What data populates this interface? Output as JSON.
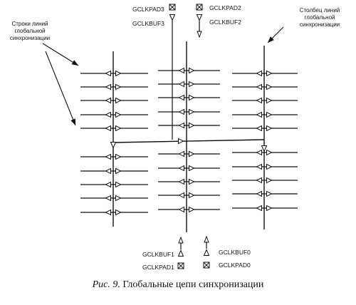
{
  "labels": {
    "gclkpad3": "GCLKPAD3",
    "gclkbuf3": "GCLKBUF3",
    "gclkpad2": "GCLKPAD2",
    "gclkbuf2": "GCLKBUF2",
    "gclkbuf1": "GCLKBUF1",
    "gclkpad1": "GCLKPAD1",
    "gclkbuf0": "GCLKBUF0",
    "gclkpad0": "GCLKPAD0"
  },
  "annotations": {
    "rows": [
      "Строки линий",
      "глобальной",
      "синхронизации"
    ],
    "column": [
      "Столбец линий",
      "глобальной",
      "синхронизации"
    ]
  },
  "caption": {
    "prefix": "Рис. 9.",
    "text": "Глобальные цепи синхронизации"
  },
  "colors": {
    "ink": "#111111",
    "background": "#ffffff"
  }
}
